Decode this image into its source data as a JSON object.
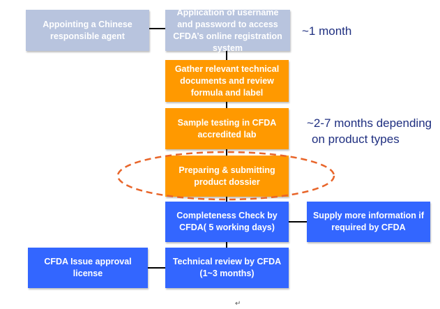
{
  "colors": {
    "pending": "#b8c4de",
    "preparation": "#ff9900",
    "cfda": "#3366ff",
    "highlight": "#e8652a",
    "note": "#1f2f80"
  },
  "boxes": {
    "agent": "Appointing a Chinese responsible agent",
    "account": "Application of username and password to access CFDA’s online registration system",
    "gather": "Gather relevant technical documents and review formula and label",
    "testing": "Sample testing in CFDA accredited lab",
    "dossier": "Preparing & submitting product dossier",
    "completeness": "Completeness Check by CFDA( 5 working days)",
    "supply": "Supply more information if required by CFDA",
    "technical": "Technical review by CFDA (1~3 months)",
    "license": "CFDA Issue approval license"
  },
  "notes": {
    "account_time": "~1 month",
    "testing_time_1": "~2-7 months depending",
    "testing_time_2": "on product types"
  },
  "mark": "↵"
}
